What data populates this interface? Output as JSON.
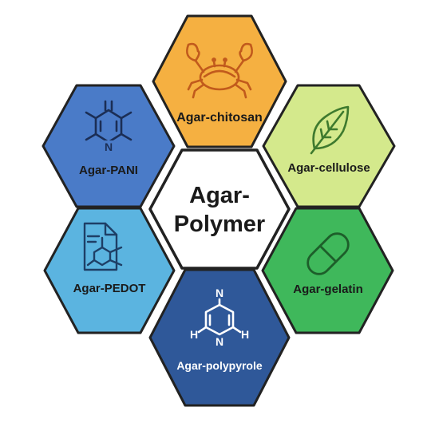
{
  "center": {
    "line1": "Agar-",
    "line2": "Polymer"
  },
  "nodes": {
    "chitosan": {
      "label": "Agar-chitosan",
      "icon": "crab-icon",
      "fill": "#F5B041",
      "ink": "#C15A1C",
      "text_color": "#1A1A1A"
    },
    "cellulose": {
      "label": "Agar-cellulose",
      "icon": "leaf-icon",
      "fill": "#D4E98C",
      "ink": "#3E7A2E",
      "text_color": "#1A1A1A"
    },
    "gelatin": {
      "label": "Agar-gelatin",
      "icon": "capsule-icon",
      "fill": "#3FB85B",
      "ink": "#1D5E2A",
      "text_color": "#1A1A1A"
    },
    "polypyrole": {
      "label": "Agar-polypyrole",
      "icon": "pyridine-molecule-icon",
      "fill": "#2F5899",
      "ink": "#FFFFFF",
      "text_color": "#FFFFFF",
      "atoms": {
        "top": "N",
        "middle": "N",
        "left": "H",
        "right": "H"
      }
    },
    "pedot": {
      "label": "Agar-PEDOT",
      "icon": "document-structure-icon",
      "fill": "#5BB4E0",
      "ink": "#1E3F66",
      "text_color": "#1A1A1A"
    },
    "pani": {
      "label": "Agar-PANI",
      "icon": "pyridine-ring-icon",
      "fill": "#4A7BC8",
      "ink": "#1B2E55",
      "text_color": "#1A1A1A",
      "atoms": {
        "ring": "N"
      }
    }
  },
  "colors": {
    "outline": "#222222",
    "center_fill": "#FFFFFF"
  }
}
